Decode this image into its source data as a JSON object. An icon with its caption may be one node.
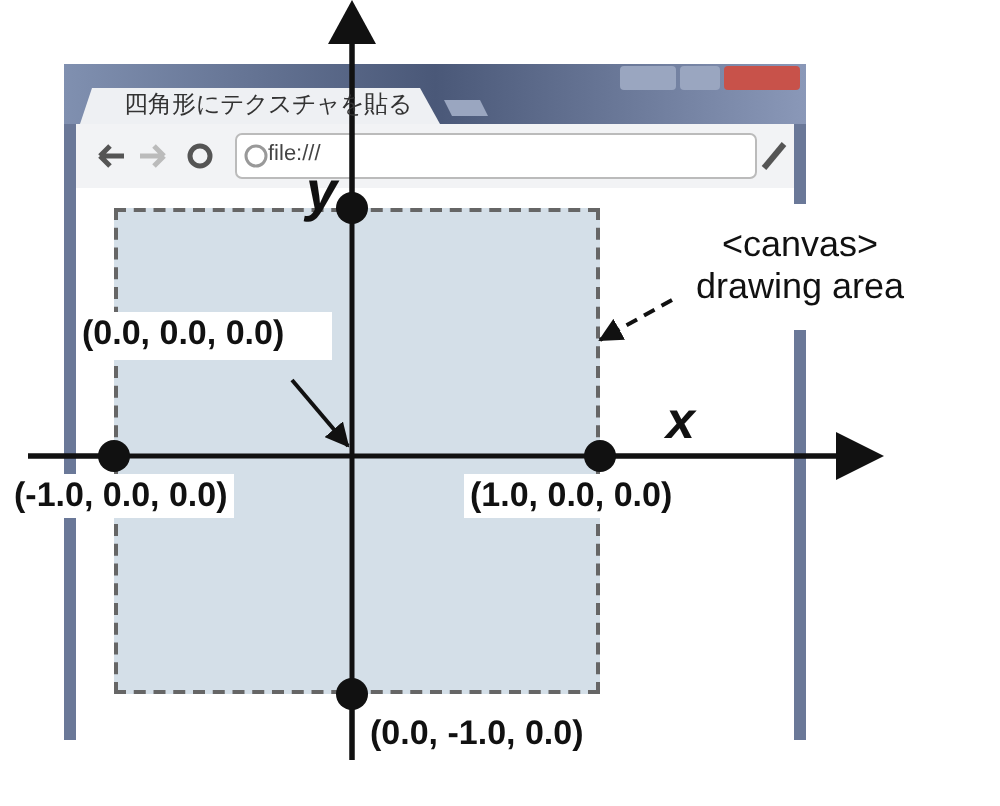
{
  "diagram": {
    "nodes": [
      {
        "text": [],
        "shape": "box"
      },
      {
        "text": [
          "<canvas> drawing area"
        ]
      },
      {
        "text": [
          "(0.0, 0.0, 0.0)"
        ]
      }
    ],
    "edges": [
      {
        "from": 1,
        "to": 0,
        "arrow": "to",
        "style": "dashed"
      },
      {
        "from": 2,
        "to": 0,
        "arrow": "to"
      }
    ],
    "labels": [
      "四角形にテクスチャを貼る",
      "file:///",
      "y",
      "x",
      "(-1.0, 0.0, 0.0)",
      "(1.0, 0.0, 0.0)",
      "(0.0, -1.0, 0.0)"
    ]
  }
}
